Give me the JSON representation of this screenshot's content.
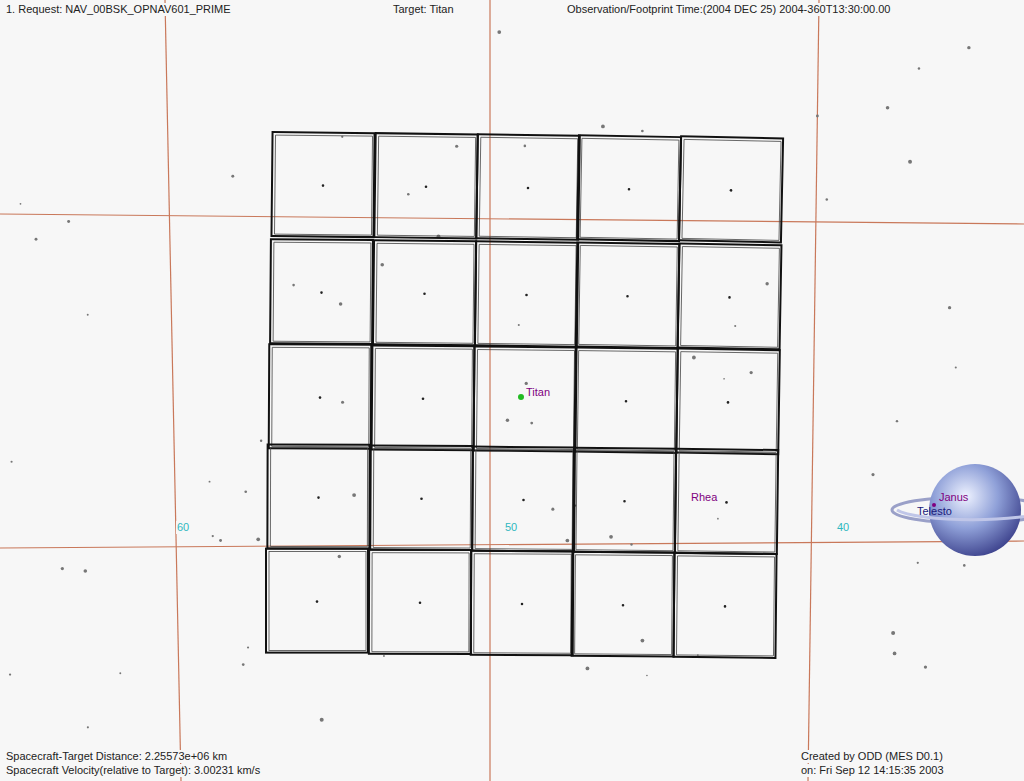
{
  "diagram": {
    "labels": [
      "1. Request: NAV_00BSK_OPNAV601_PRIME",
      "Target: Titan",
      "Observation/Footprint Time:(2004 DEC 25) 2004-360T13:30:00.00",
      "Titan",
      "Rhea",
      "60",
      "50",
      "40",
      "Janus",
      "Telesto",
      "Spacecraft-Target Distance: 2.25573e+06 km",
      "Spacecraft Velocity(relative to Target): 3.00231 km/s",
      "Created by ODD (MES D0.1)",
      "on: Fri Sep 12 14:15:35 2003"
    ]
  }
}
